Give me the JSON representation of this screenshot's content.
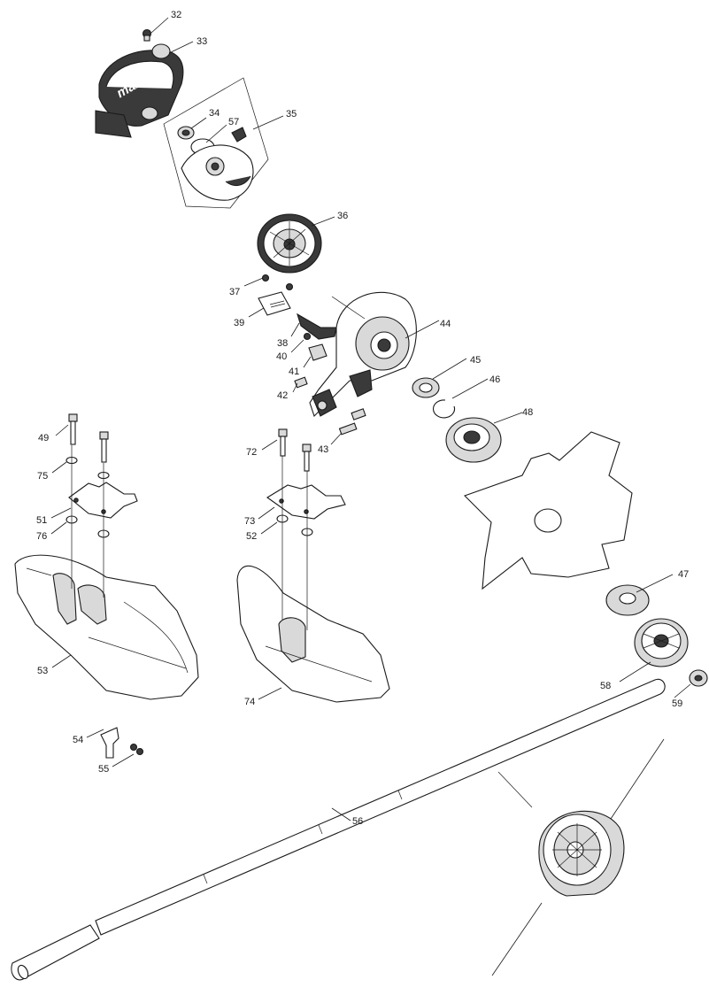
{
  "diagram": {
    "brand_logo": "makita",
    "callouts": {
      "p32": "32",
      "p33": "33",
      "p34": "34",
      "p35": "35",
      "p36": "36",
      "p37": "37",
      "p38": "38",
      "p39": "39",
      "p40": "40",
      "p41": "41",
      "p42": "42",
      "p43": "43",
      "p44": "44",
      "p45": "45",
      "p46": "46",
      "p47": "47",
      "p48": "48",
      "p49": "49",
      "p51": "51",
      "p52": "52",
      "p53": "53",
      "p54": "54",
      "p55": "55",
      "p56": "56",
      "p57": "57",
      "p58": "58",
      "p59": "59",
      "p72": "72",
      "p73": "73",
      "p74": "74",
      "p75": "75",
      "p76": "76"
    }
  }
}
